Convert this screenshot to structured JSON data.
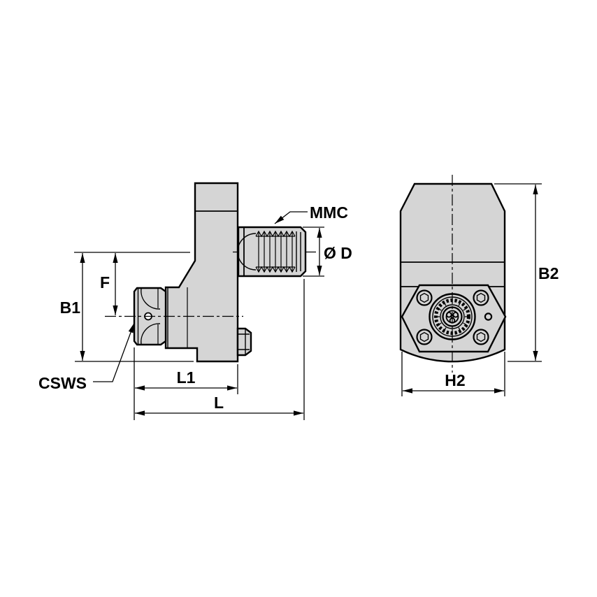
{
  "drawing": {
    "labels": {
      "mmc": "MMC",
      "diameter_d": "Ø D",
      "b1": "B1",
      "f": "F",
      "csws": "CSWS",
      "l1": "L1",
      "l": "L",
      "b2": "B2",
      "h2": "H2"
    },
    "colors": {
      "background": "#ffffff",
      "body_fill": "#d5d5d5",
      "line": "#000000"
    }
  }
}
